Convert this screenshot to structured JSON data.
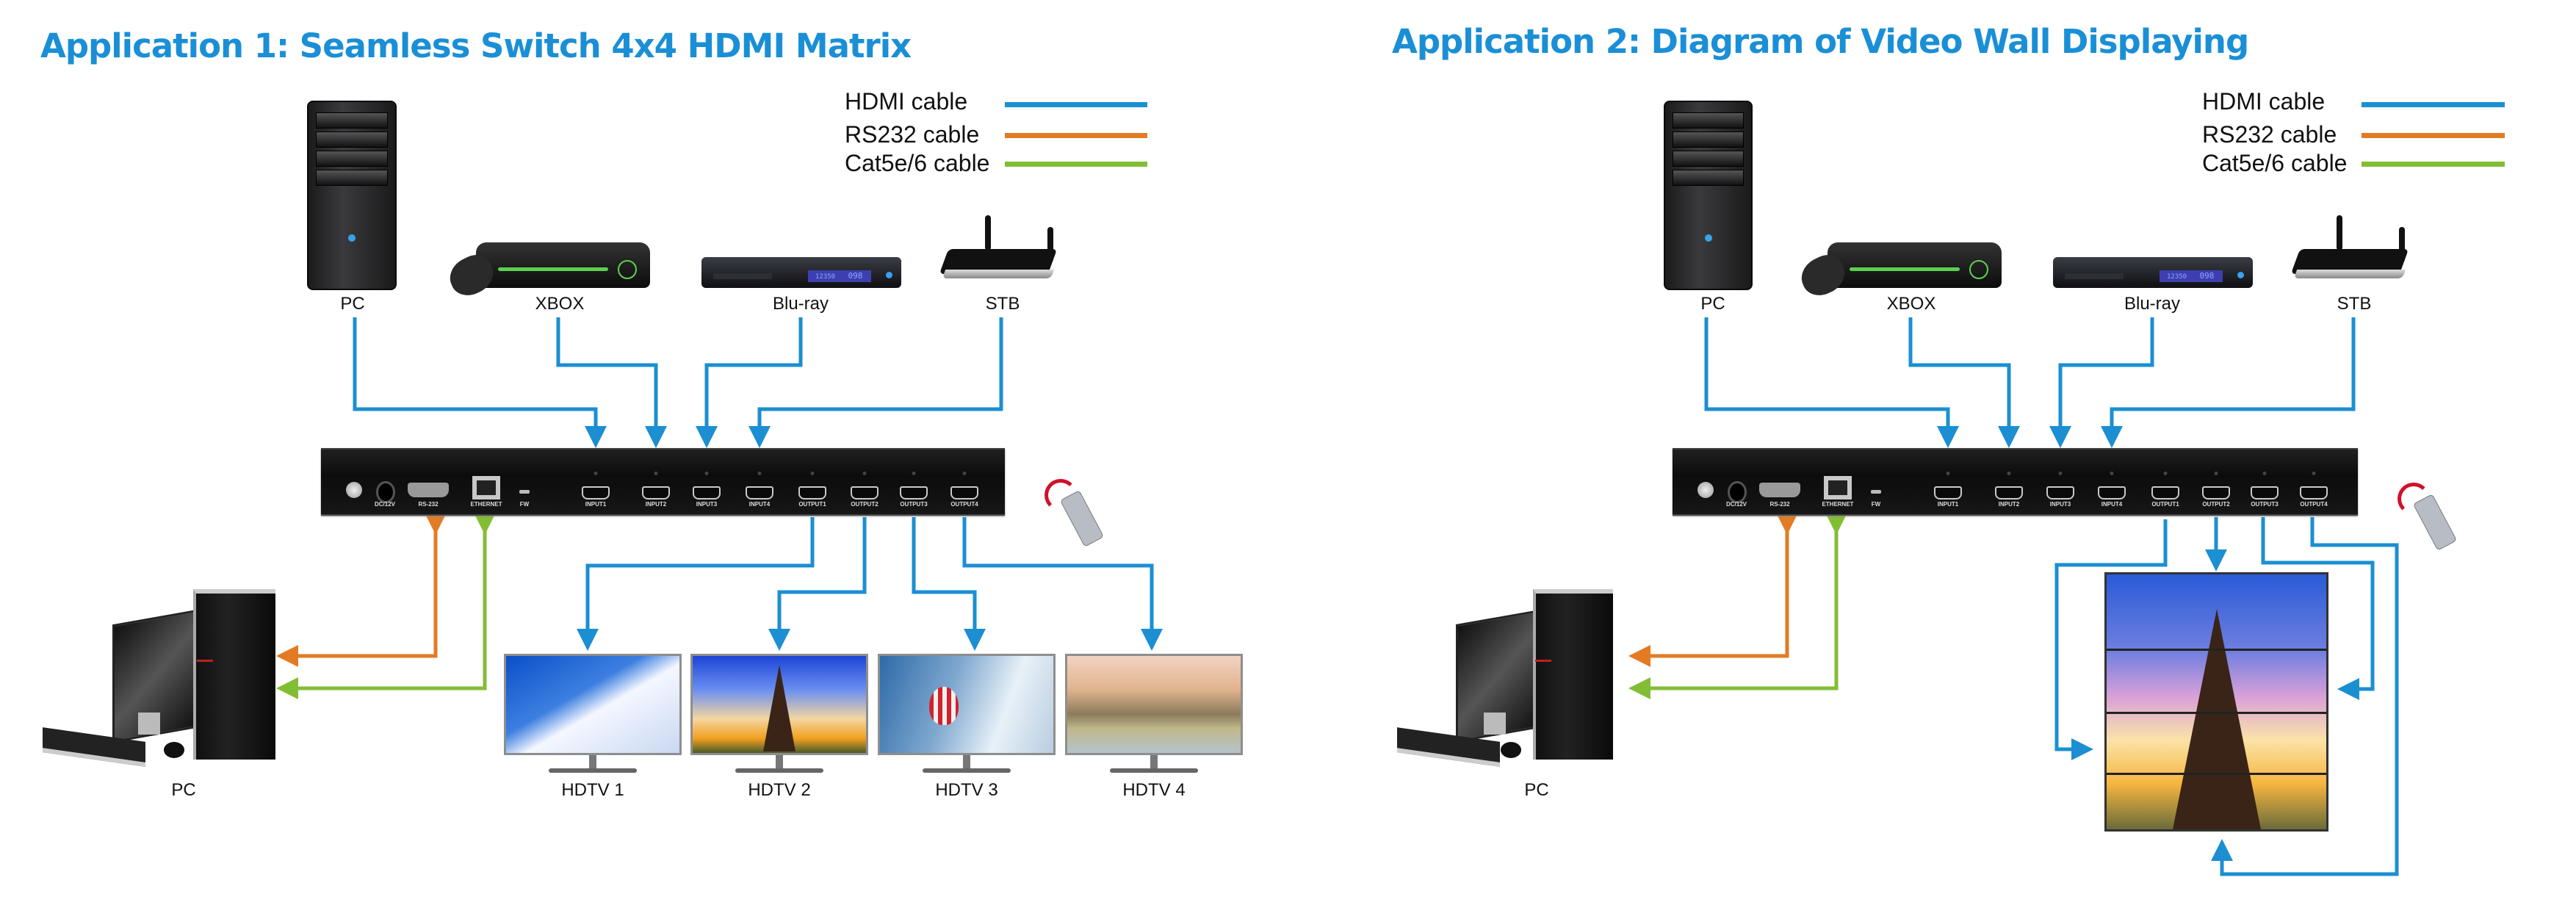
{
  "colors": {
    "title": "#1a8fd6",
    "hdmi": "#1b8fd2",
    "rs232": "#e37b24",
    "cat": "#82be34"
  },
  "legend": {
    "items": [
      {
        "label": "HDMI cable",
        "color": "#1b8fd2"
      },
      {
        "label": "RS232 cable",
        "color": "#e37b24"
      },
      {
        "label": "Cat5e/6 cable",
        "color": "#82be34"
      }
    ]
  },
  "app1": {
    "title": "Application 1: Seamless Switch 4x4 HDMI Matrix",
    "sources": [
      "PC",
      "XBOX",
      "Blu-ray",
      "STB"
    ],
    "bluray_display": [
      "12350",
      "098"
    ],
    "control_pc_label": "PC",
    "displays": [
      "HDTV 1",
      "HDTV 2",
      "HDTV 3",
      "HDTV 4"
    ]
  },
  "app2": {
    "title": "Application 2: Diagram of Video Wall Displaying",
    "sources": [
      "PC",
      "XBOX",
      "Blu-ray",
      "STB"
    ],
    "bluray_display": [
      "12350",
      "098"
    ],
    "control_pc_label": "PC",
    "video_wall_rows": 4
  },
  "matrix": {
    "port_labels": [
      "DC/12V",
      "RS-232",
      "ETHERNET",
      "FW"
    ],
    "hdmi_ports": [
      "INPUT1",
      "INPUT2",
      "INPUT3",
      "INPUT4",
      "OUTPUT1",
      "OUTPUT2",
      "OUTPUT3",
      "OUTPUT4"
    ]
  }
}
